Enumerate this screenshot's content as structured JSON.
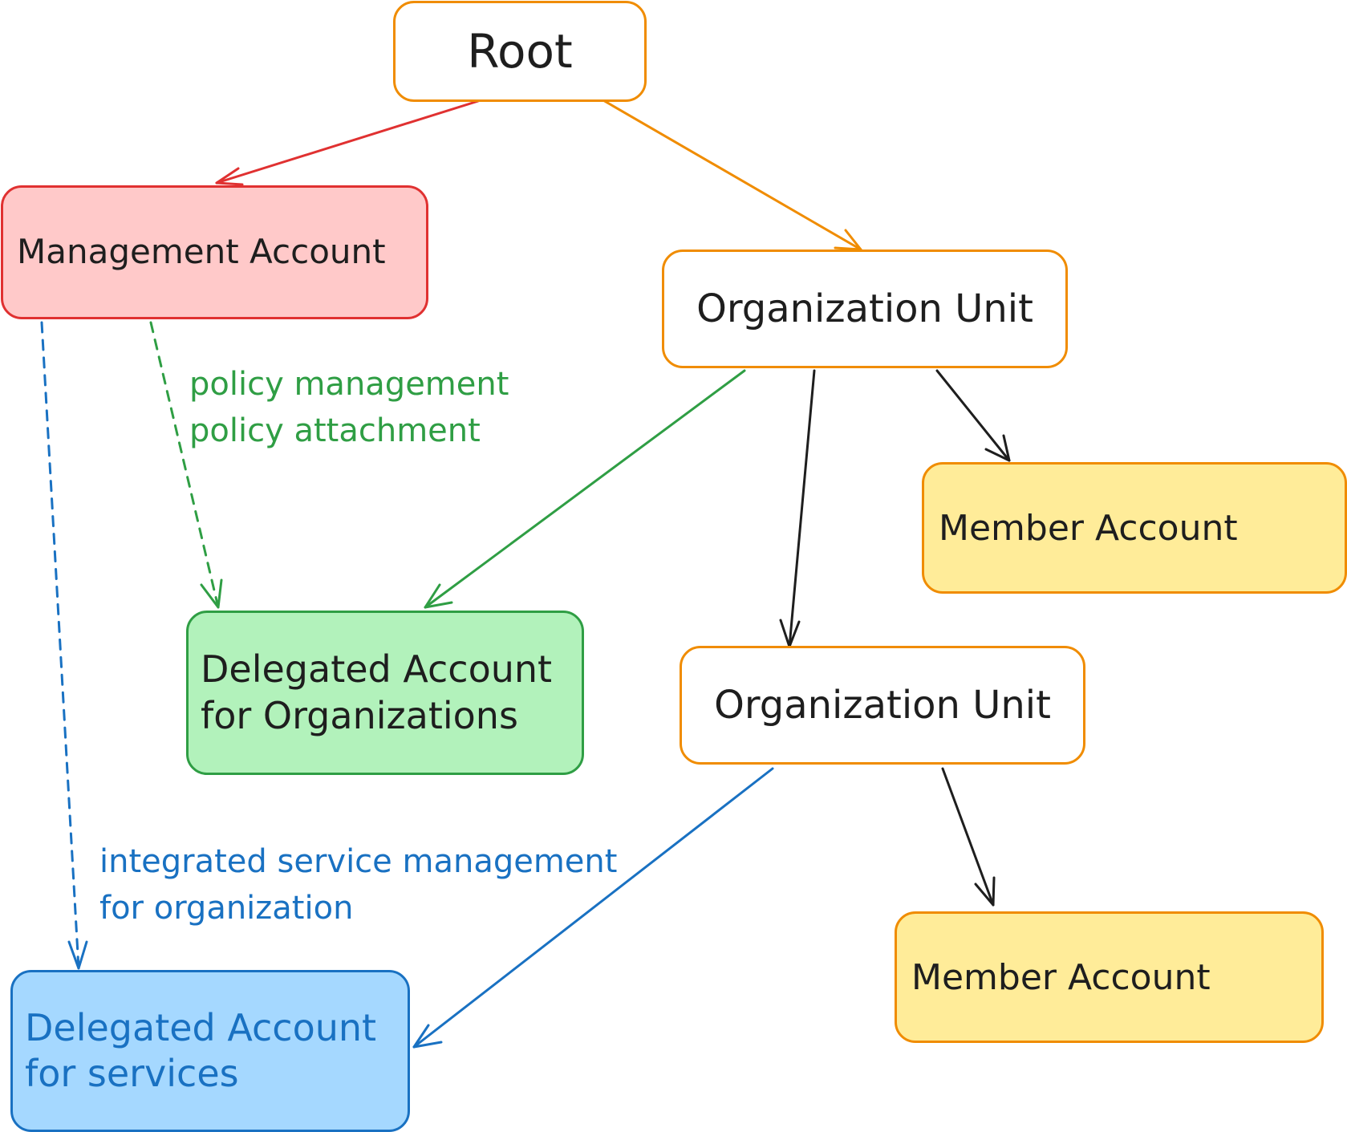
{
  "colors": {
    "red": "#e03131",
    "orange": "#f08c00",
    "green": "#2f9e44",
    "blue": "#1971c2",
    "black": "#1e1e1e",
    "red_fill": "#ffc9c9",
    "green_fill": "#b2f2bb",
    "blue_fill": "#a5d8ff",
    "yellow_fill": "#ffec99",
    "white_fill": "#ffffff"
  },
  "nodes": {
    "root": {
      "label": "Root"
    },
    "management": {
      "label": "Management Account"
    },
    "ou1": {
      "label": "Organization Unit"
    },
    "member1": {
      "label": "Member Account"
    },
    "delegated_org": {
      "label": "Delegated Account\nfor Organizations"
    },
    "ou2": {
      "label": "Organization Unit"
    },
    "member2": {
      "label": "Member Account"
    },
    "delegated_svc": {
      "label": "Delegated Account\nfor services"
    }
  },
  "labels": {
    "policy": {
      "lines": [
        "policy management",
        "policy attachment"
      ]
    },
    "service": {
      "lines": [
        "integrated service management",
        "for organization"
      ]
    }
  }
}
